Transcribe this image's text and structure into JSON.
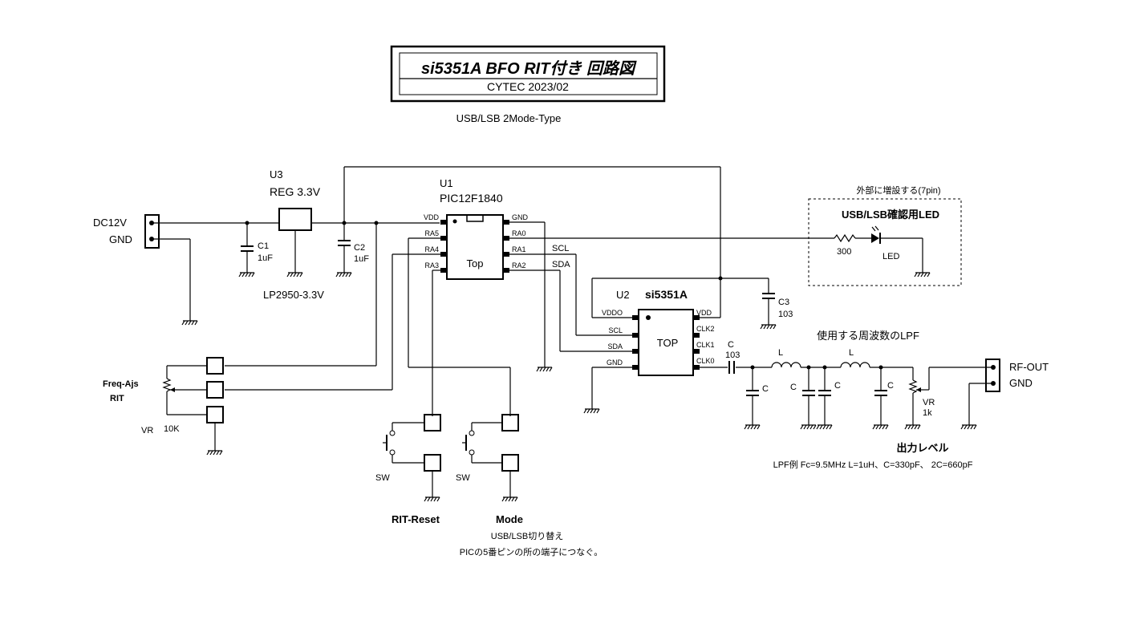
{
  "title": {
    "main": "si5351A BFO RIT付き 回路図",
    "sub": "CYTEC 2023/02",
    "mode_type": "USB/LSB 2Mode-Type"
  },
  "power": {
    "dc_in": "DC12V",
    "gnd": "GND",
    "u3_ref": "U3",
    "u3_value": "REG 3.3V",
    "u3_part": "LP2950-3.3V",
    "c1_ref": "C1",
    "c1_val": "1uF",
    "c2_ref": "C2",
    "c2_val": "1uF"
  },
  "u1": {
    "ref": "U1",
    "part": "PIC12F1840",
    "body": "Top",
    "left_pins": [
      "VDD",
      "RA5",
      "RA4",
      "RA3"
    ],
    "right_pins": [
      "GND",
      "RA0",
      "RA1",
      "RA2"
    ],
    "scl": "SCL",
    "sda": "SDA"
  },
  "u2": {
    "ref": "U2",
    "part": "si5351A",
    "body": "TOP",
    "left_pins": [
      "VDDO",
      "SCL",
      "SDA",
      "GND"
    ],
    "right_pins": [
      "VDD",
      "CLK2",
      "CLK1",
      "CLK0"
    ],
    "c3_ref": "C3",
    "c3_val": "103",
    "c_ref": "C",
    "c_val": "103"
  },
  "led": {
    "box_title": "外部に増設する(7pin)",
    "heading": "USB/LSB確認用LED",
    "resistor": "300",
    "label": "LED"
  },
  "vr": {
    "label1": "Freq-Ajs",
    "label2": "RIT",
    "ref": "VR",
    "value": "10K"
  },
  "switches": {
    "sw": "SW",
    "rit_reset": "RIT-Reset",
    "mode": "Mode",
    "mode_sub": "USB/LSB切り替え",
    "mode_note": "PICの5番ピンの所の端子につなぐ。"
  },
  "lpf": {
    "title": "使用する周波数のLPF",
    "l": "L",
    "c": "C",
    "vr_ref": "VR",
    "vr_val": "1k",
    "out_level": "出力レベル",
    "example": "LPF例  Fc=9.5MHz  L=1uH、C=330pF、 2C=660pF"
  },
  "rf": {
    "out": "RF-OUT",
    "gnd": "GND"
  }
}
